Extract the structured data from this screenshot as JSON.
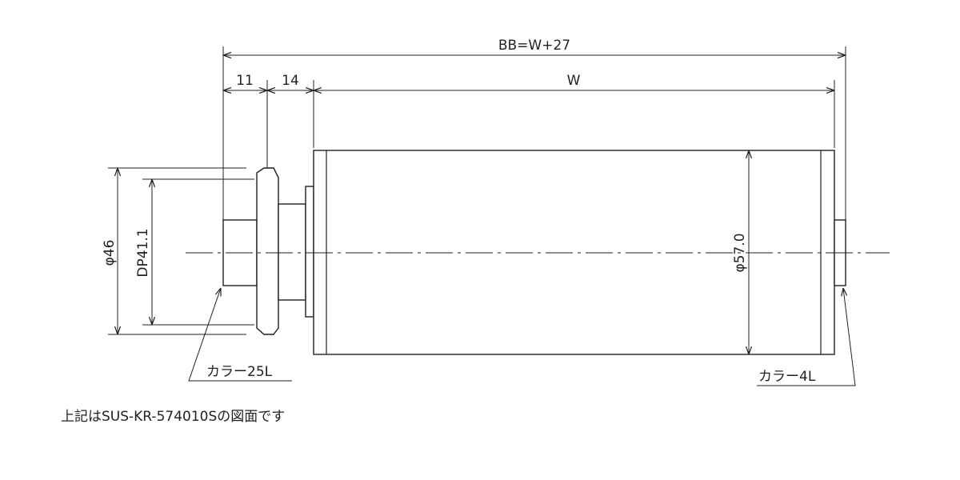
{
  "dimensions": {
    "overall": "BB=W+27",
    "shaft_length": "11",
    "sprocket_length": "14",
    "roller_width": "W",
    "sprocket_outer_dia": "φ46",
    "sprocket_pitch_dia": "DP41.1",
    "roller_dia": "φ57.0"
  },
  "labels": {
    "collar_left": "カラー25L",
    "collar_right": "カラー4L"
  },
  "note": "上記はSUS-KR-574010Sの図面です"
}
